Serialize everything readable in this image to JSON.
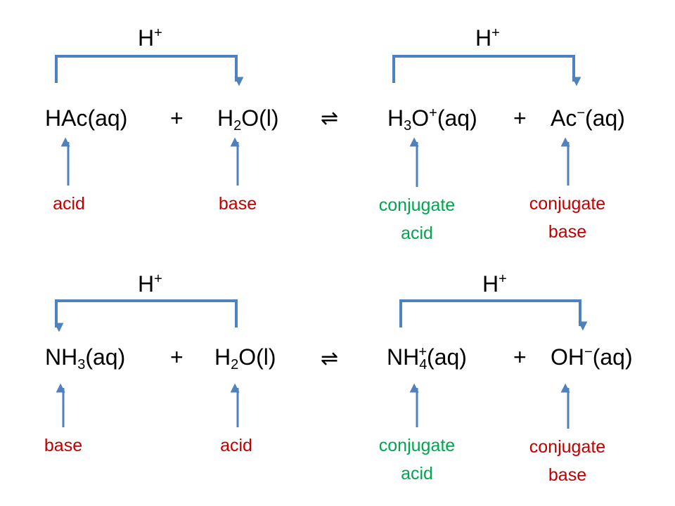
{
  "colors": {
    "arrow": "#4f81bd",
    "acid_base_label": "#c00000",
    "conjugate_acid_label": "#00a550",
    "text": "#000000"
  },
  "equation1": {
    "proton_left": {
      "main": "H",
      "sup": "+"
    },
    "proton_right": {
      "main": "H",
      "sup": "+"
    },
    "reactant1": {
      "text": "HAc(aq)"
    },
    "plus1": "+",
    "reactant2": {
      "a": "H",
      "sub": "2",
      "b": "O(l)"
    },
    "equilibrium": "⇌",
    "product1": {
      "a": "H",
      "sub": "3",
      "b": "O",
      "sup": "+",
      "c": "(aq)"
    },
    "plus2": "+",
    "product2": {
      "a": "Ac",
      "sup": "−",
      "b": "(aq)"
    },
    "labels": {
      "reactant1": "acid",
      "reactant2": "base",
      "product1": [
        "conjugate",
        "acid"
      ],
      "product2": [
        "conjugate",
        "base"
      ]
    }
  },
  "equation2": {
    "proton_left": {
      "main": "H",
      "sup": "+"
    },
    "proton_right": {
      "main": "H",
      "sup": "+"
    },
    "reactant1": {
      "a": "NH",
      "sub": "3",
      "b": "(aq)"
    },
    "plus1": "+",
    "reactant2": {
      "a": "H",
      "sub": "2",
      "b": "O(l)"
    },
    "equilibrium": "⇌",
    "product1": {
      "a": "NH",
      "sub": "4",
      "sup": "+",
      "b": "(aq)"
    },
    "plus2": "+",
    "product2": {
      "a": "OH",
      "sup": "−",
      "b": "(aq)"
    },
    "labels": {
      "reactant1": "base",
      "reactant2": "acid",
      "product1": [
        "conjugate",
        "acid"
      ],
      "product2": [
        "conjugate",
        "base"
      ]
    }
  }
}
